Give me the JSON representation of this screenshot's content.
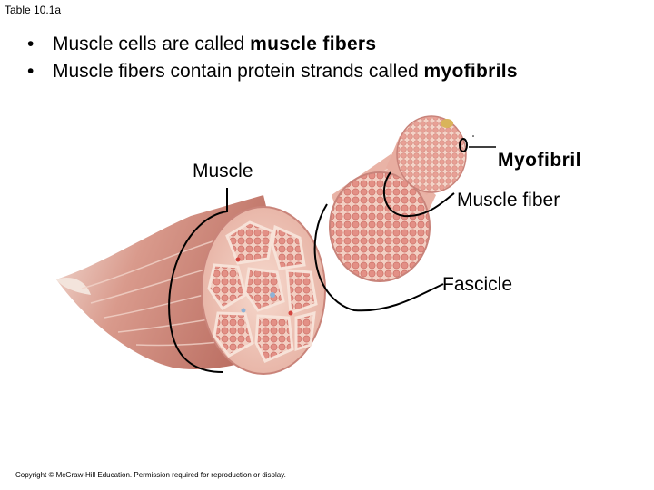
{
  "header": {
    "table_label": "Table 10.1a"
  },
  "bullets": [
    {
      "prefix": "Muscle cells are called ",
      "bold": "muscle fibers"
    },
    {
      "prefix": "Muscle fibers contain protein strands called ",
      "bold": "myofibrils"
    }
  ],
  "labels": {
    "muscle": "Muscle",
    "myofibril": "Myofibril",
    "muscle_fiber": "Muscle fiber",
    "fascicle": "Fascicle"
  },
  "footer": {
    "copyright": "Copyright © McGraw-Hill Education. Permission required for reproduction or display."
  },
  "colors": {
    "tissue_light": "#f0c8b8",
    "tissue_mid": "#d9958a",
    "tissue_dark": "#b9655d",
    "fiber_dot": "#e2867f",
    "bracket": "#000000"
  }
}
